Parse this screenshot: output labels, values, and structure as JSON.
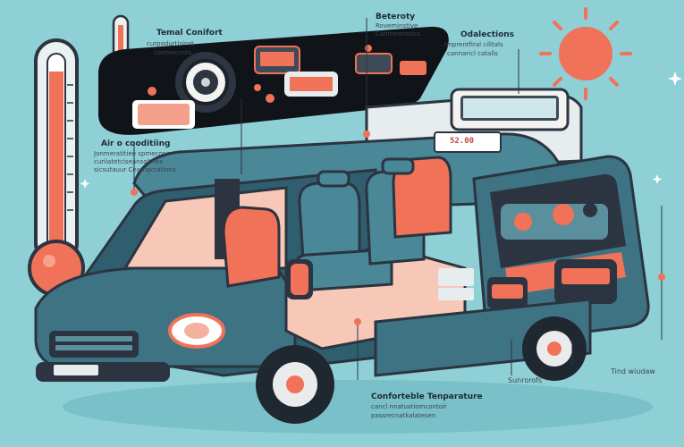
{
  "labels": {
    "thermal_comfort": {
      "title": "Temal Conifort",
      "lines": [
        "curpodurtisinst",
        "conmecnsts."
      ]
    },
    "battery": {
      "title": "Beteroty",
      "lines": [
        "Roveminstive",
        "Canmeoronics"
      ]
    },
    "odalections": {
      "title": "Odalections",
      "lines": [
        "Imprentfiral cilitals",
        "cannaricl catalis"
      ]
    },
    "air_conditioning": {
      "title": "Air o cooditiing",
      "lines": [
        "Jonmeratitiee spmecons",
        "curiiatetciseansoltries",
        "sicsutauur Cearnpcrations"
      ]
    },
    "comfortable_temperature": {
      "title": "Conforteble Tenparature",
      "lines": [
        "cancl nnatustiomcontoir",
        "passrecnatkalatesen"
      ]
    },
    "sunroofs": {
      "title": "Sunrorofs"
    },
    "tind_windows": {
      "title": "Tind wiudaw"
    }
  },
  "display_readout": "52.00",
  "colors": {
    "background": "#8fd0d6",
    "van_body": "#3d7383",
    "seat": "#4a8797",
    "accent": "#f07258",
    "panel": "#101418"
  },
  "icons": [
    "thermometer-icon",
    "sun-icon",
    "speaker-icon",
    "sparkle-icon",
    "van-illustration"
  ]
}
